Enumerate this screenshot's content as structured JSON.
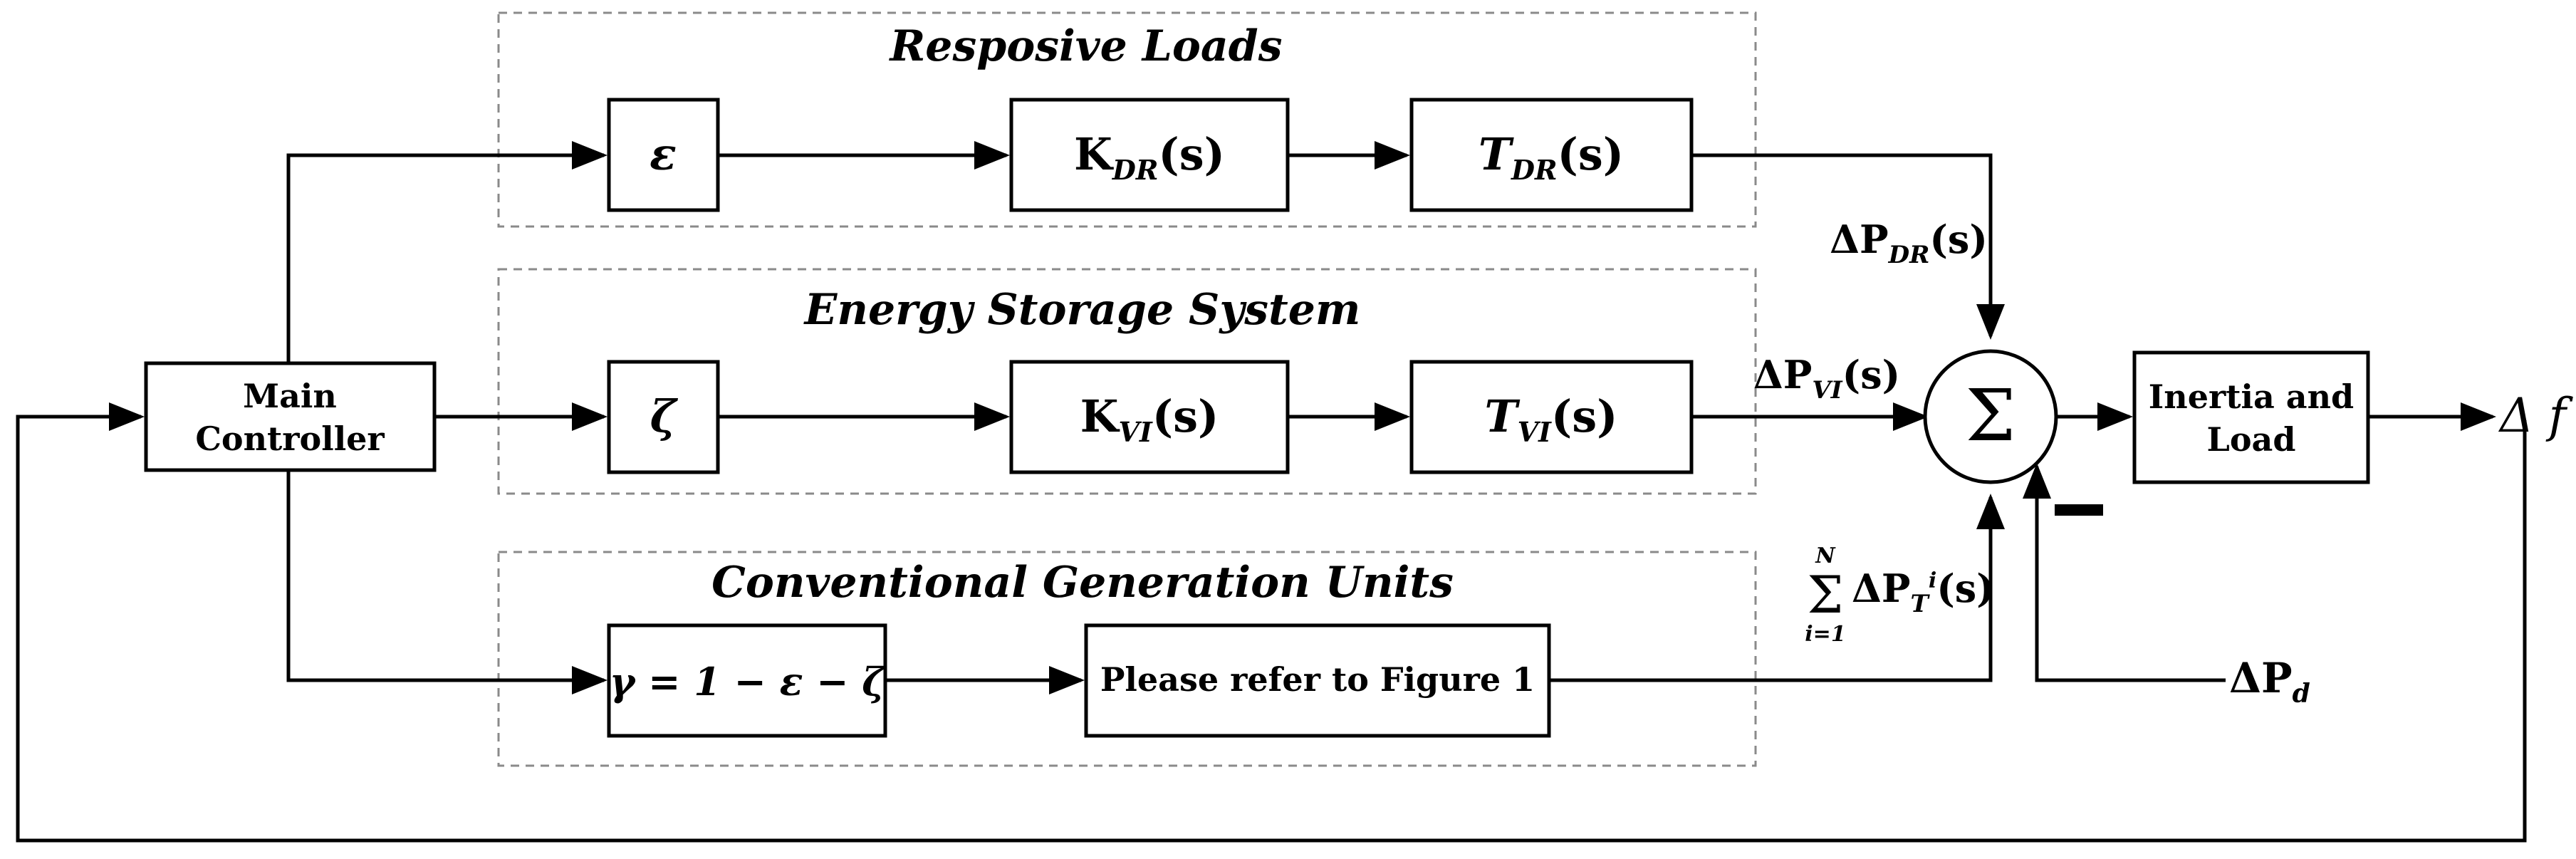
{
  "groups": {
    "responsive_loads": "Resposive Loads",
    "energy_storage": "Energy Storage System",
    "conventional_units": "Conventional Generation Units"
  },
  "main_controller": {
    "line1": "Main",
    "line2": "Controller"
  },
  "inertia_load": {
    "line1": "Inertia and",
    "line2": "Load"
  },
  "reference_box": "Please refer to Figure 1",
  "blocks": {
    "epsilon": "ε",
    "zeta": "ζ",
    "gamma": "γ = 1 − ε − ζ",
    "k_dr": {
      "base": "K",
      "sub": "DR",
      "arg": "(s)"
    },
    "t_dr": {
      "base": "T",
      "sub": "DR",
      "arg": "(s)"
    },
    "k_vi": {
      "base": "K",
      "sub": "VI",
      "arg": "(s)"
    },
    "t_vi": {
      "base": "T",
      "sub": "VI",
      "arg": "(s)"
    }
  },
  "summation_symbol": "Σ",
  "minus_sign": "−",
  "signals": {
    "dp_dr": {
      "base": "ΔP",
      "sub": "DR",
      "arg": "(s)"
    },
    "dp_vi": {
      "base": "ΔP",
      "sub": "VI",
      "arg": "(s)"
    },
    "sum_pt": {
      "sigma": "Σ",
      "upper": "N",
      "lower": "i=1",
      "base": "ΔP",
      "sub": "T",
      "sup": "i",
      "arg": "(s)"
    },
    "dp_d": {
      "base": "ΔP",
      "sub": "d"
    },
    "delta_f": "Δ f"
  }
}
